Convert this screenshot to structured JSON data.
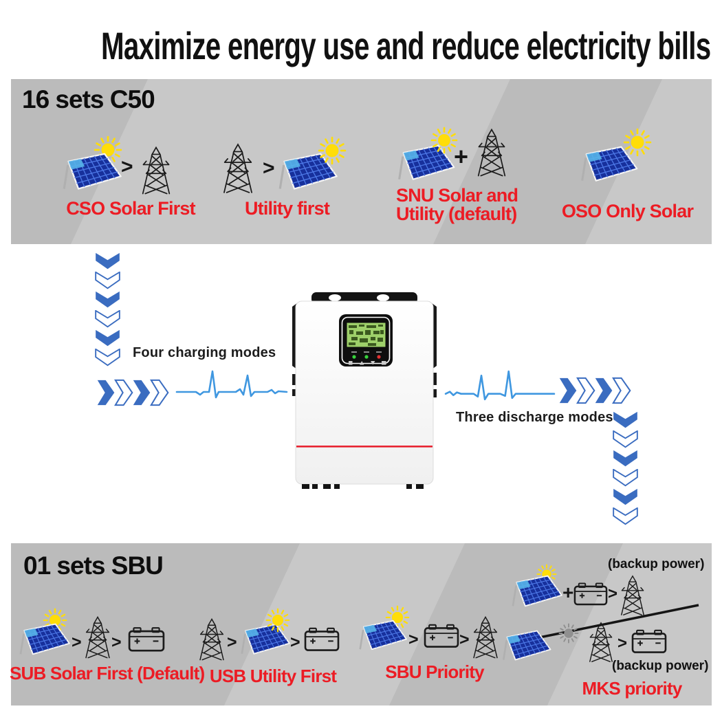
{
  "title": "Maximize energy use and reduce electricity bills",
  "top_banner": {
    "heading": "16 sets C50",
    "modes": [
      {
        "label": "CSO Solar First"
      },
      {
        "label": "Utility first"
      },
      {
        "label_line1": "SNU Solar and",
        "label_line2": "Utility (default)"
      },
      {
        "label": "OSO Only Solar"
      }
    ]
  },
  "flow": {
    "charging_label": "Four charging modes",
    "discharge_label": "Three discharge modes"
  },
  "bottom_banner": {
    "heading": "01 sets SBU",
    "modes": [
      {
        "label": "SUB Solar First (Default)"
      },
      {
        "label": "USB Utility First"
      },
      {
        "label": "SBU Priority"
      },
      {
        "label": "MKS priority",
        "backup_top": "(backup power)",
        "backup_bottom": "(backup power)"
      }
    ]
  },
  "symbols": {
    "greater_than": ">",
    "plus": "+"
  },
  "icons": {
    "sun-icon": "yellow circle with radial rays",
    "sun-gray-icon": "gray circle with radial rays",
    "solar-panel-icon": "tilted blue photovoltaic panel",
    "power-tower-icon": "black transmission tower outline",
    "battery-icon": "battery outline with + and - terminals",
    "chevron-down-icon": "blue chevron pointing down",
    "chevron-right-icon": "blue chevron pointing right",
    "pulse-line-icon": "blue ECG pulse line",
    "inverter-image": "white solar inverter with LCD control panel"
  },
  "colors": {
    "label_red": "#ec1c24",
    "chevron_blue": "#3a6cc0",
    "pulse_blue": "#3f97e0",
    "banner_gray": "#bbbbbb",
    "banner_gray_light": "#c8c8c8",
    "sun_yellow": "#ffdd09",
    "panel_blue": "#17309c",
    "inverter_red_line": "#e82330",
    "screen_green": "#9ed06a"
  }
}
